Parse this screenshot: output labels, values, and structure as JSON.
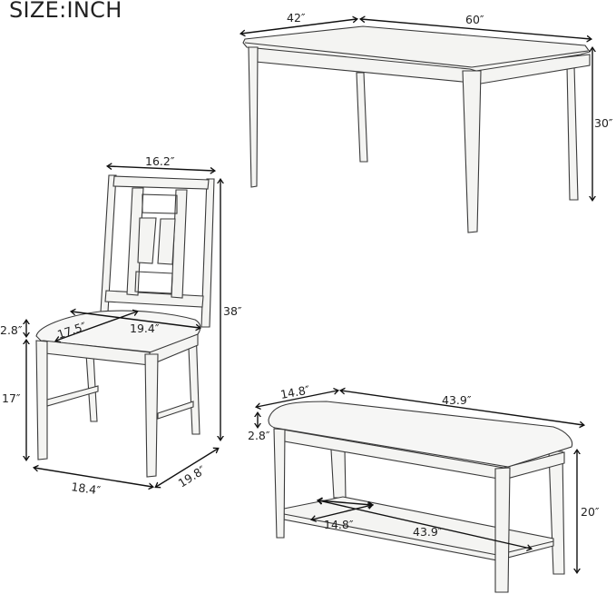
{
  "title": "SIZE:INCH",
  "table": {
    "depth": "42″",
    "length": "60″",
    "height": "30″"
  },
  "chair": {
    "back_width": "16.2″",
    "total_height": "38″",
    "cushion_thickness": "2.8″",
    "seat_depth": "17.5″",
    "seat_width": "19.4″",
    "seat_height": "17″",
    "base_width": "18.4″",
    "base_depth": "19.8″"
  },
  "bench": {
    "depth": "14.8″",
    "length": "43.9″",
    "cushion_thickness": "2.8″",
    "height": "20″",
    "shelf_depth": "14.8″",
    "shelf_length": "43.9″"
  },
  "colors": {
    "line": "#3a3a3a",
    "fill": "#f4f4f2",
    "text": "#222222",
    "background": "#ffffff"
  }
}
